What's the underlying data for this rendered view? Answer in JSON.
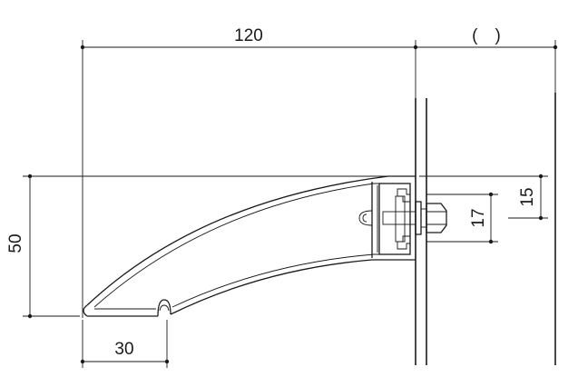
{
  "dimensions": {
    "width_top": "120",
    "width_right": "(　)",
    "height_left": "50",
    "bottom_offset": "30",
    "bolt_span": "17",
    "bracket_offset": "15"
  },
  "colors": {
    "line": "#1a1a1a",
    "background": "#ffffff"
  }
}
